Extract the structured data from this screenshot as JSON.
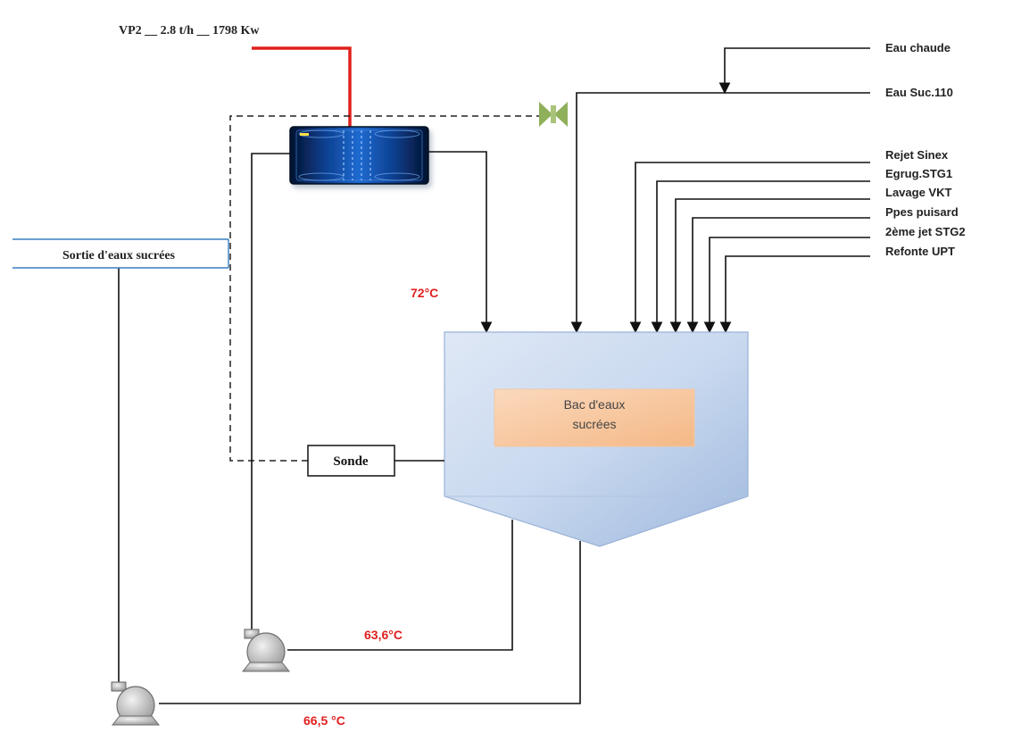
{
  "header": {
    "steam_label": "VP2  __ 2.8 t/h __ 1798 Kw"
  },
  "inputs": {
    "top": [
      "Eau chaude",
      "Eau Suc.110"
    ],
    "side": [
      "Rejet Sinex",
      "Egrug.STG1",
      "Lavage VKT",
      "Ppes puisard",
      "2ème jet STG2",
      "Refonte UPT"
    ]
  },
  "tank": {
    "label_line1": "Bac d'eaux",
    "label_line2": "sucrées"
  },
  "outlet": {
    "label": "Sortie d'eaux sucrées"
  },
  "sensor": {
    "label": "Sonde"
  },
  "temperatures": {
    "to_tank": "72°C",
    "pump1": "63,6°C",
    "pump2": "66,5 °C"
  },
  "colors": {
    "temperature": "#e02020",
    "steam_line": "#e0201c",
    "valve": "#8fb05a",
    "tank_fill": "#c4d6ee",
    "tank_label_fill": "#f7c7a0",
    "exchanger": "#0b3f8c"
  },
  "icons": {
    "valve": "butterfly-valve-icon",
    "pump": "centrifugal-pump-icon",
    "exchanger": "heat-exchanger-icon"
  }
}
